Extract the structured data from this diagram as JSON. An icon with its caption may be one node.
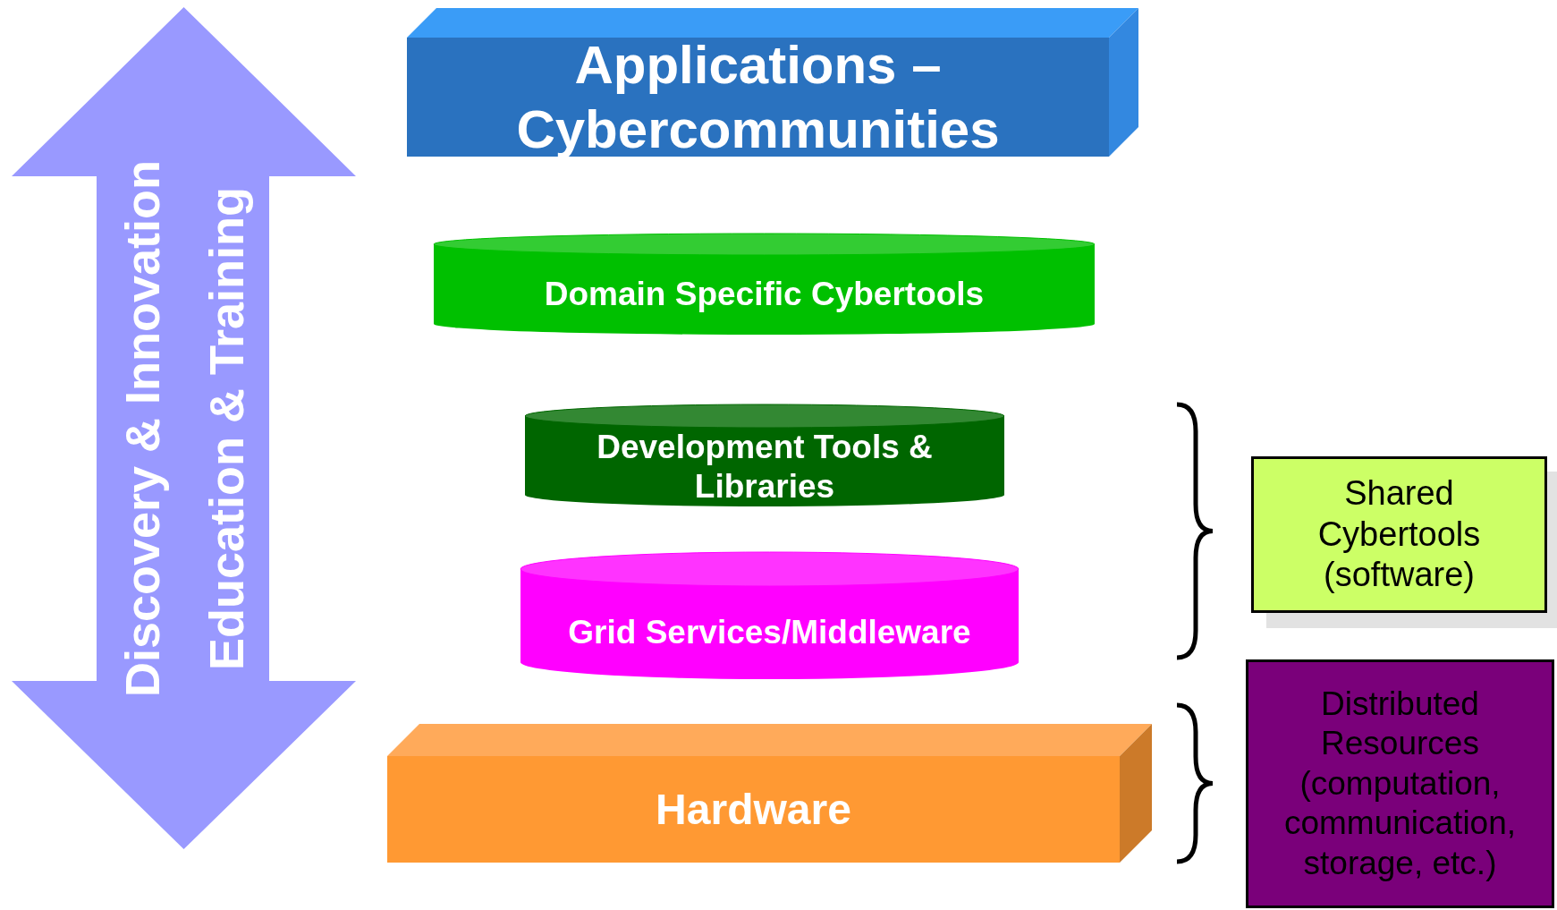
{
  "diagram": {
    "nodes": [
      {
        "text": [
          "Discovery & Innovation",
          "Education & Training"
        ]
      },
      {
        "text": [
          "Applications – Cybercommunities"
        ]
      },
      {
        "text": [
          "Domain Specific Cybertools"
        ]
      },
      {
        "text": [
          "Development Tools & Libraries"
        ]
      },
      {
        "text": [
          "Grid Services/Middleware"
        ]
      },
      {
        "text": [
          "Hardware"
        ]
      },
      {
        "text": [
          "Shared Cybertools (software)"
        ]
      },
      {
        "text": [
          "Distributed Resources (computation, communication, storage, etc.)"
        ]
      }
    ]
  }
}
